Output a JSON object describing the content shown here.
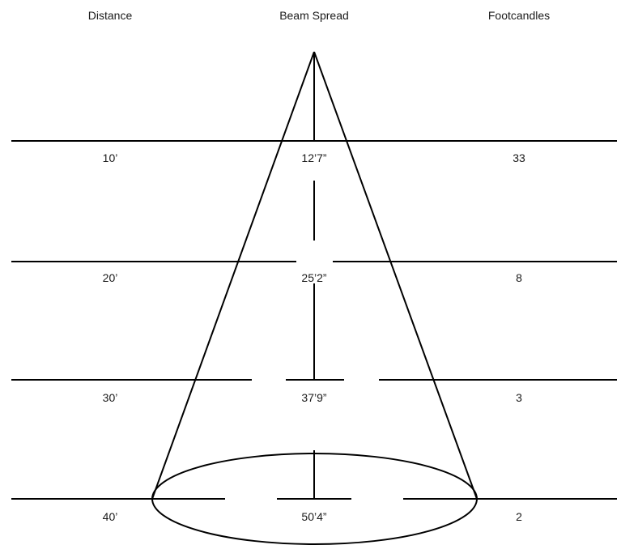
{
  "headers": {
    "distance": "Distance",
    "beam_spread": "Beam Spread",
    "footcandles": "Footcandles"
  },
  "rows": [
    {
      "distance": "10’",
      "beam_spread": "12’7”",
      "footcandles": "33"
    },
    {
      "distance": "20’",
      "beam_spread": "25’2”",
      "footcandles": "8"
    },
    {
      "distance": "30’",
      "beam_spread": "37’9”",
      "footcandles": "3"
    },
    {
      "distance": "40’",
      "beam_spread": "50’4”",
      "footcandles": "2"
    }
  ],
  "colors": {
    "line": "#000000",
    "text": "#1a1a1a"
  }
}
